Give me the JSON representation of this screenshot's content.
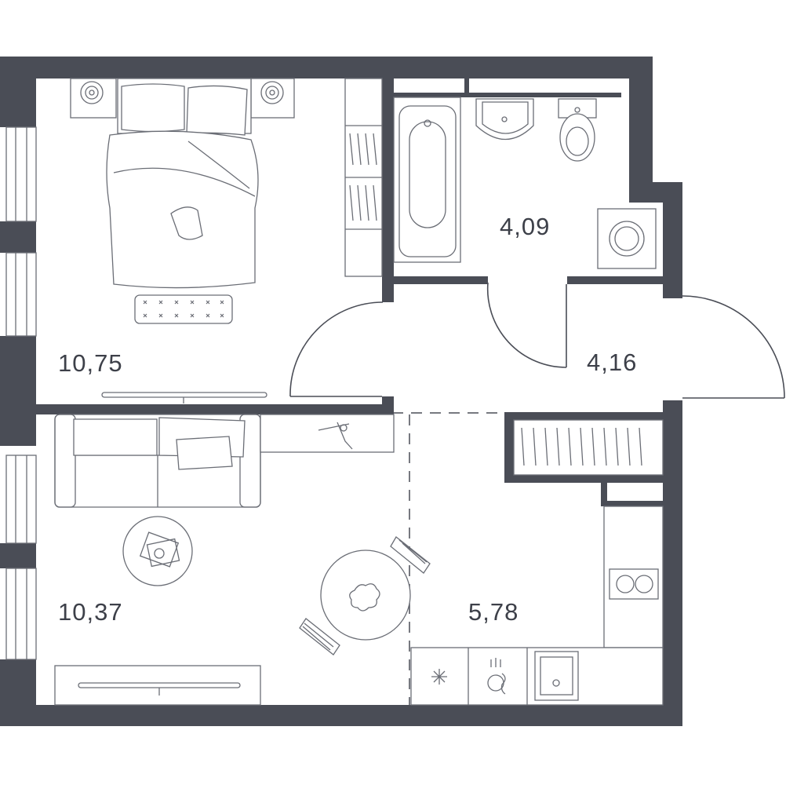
{
  "colors": {
    "wall": "#4a4d56",
    "line": "#6b6e76",
    "label": "#3d4049",
    "background": "#ffffff"
  },
  "rooms": {
    "bedroom": {
      "area": "10,75"
    },
    "bathroom": {
      "area": "4,09"
    },
    "hallway": {
      "area": "4,16"
    },
    "living_room": {
      "area": "10,37"
    },
    "kitchen": {
      "area": "5,78"
    }
  },
  "icons": {
    "bed": "bed-icon",
    "sofa": "sofa-icon",
    "bathtub": "bathtub-icon",
    "sink": "sink-icon",
    "toilet": "toilet-icon",
    "washer": "washing-machine-icon",
    "stove": "cooktop-icon",
    "kitchen_sink": "kitchen-sink-icon",
    "dishwasher": "dishwasher-icon",
    "fridge": "fridge-icon",
    "table": "dining-table-icon",
    "tv": "tv-icon",
    "wardrobe": "wardrobe-icon",
    "coffee_table": "coffee-table-icon",
    "plant": "plant-icon"
  }
}
